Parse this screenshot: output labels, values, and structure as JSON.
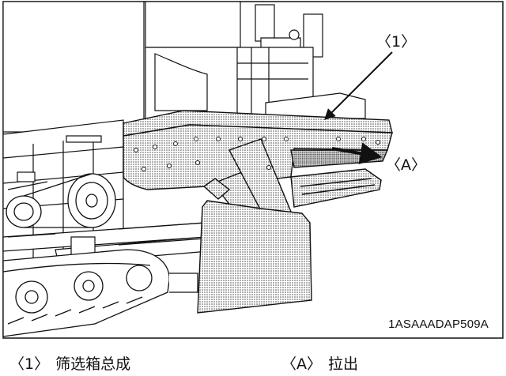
{
  "callouts": {
    "c1": "〈1〉",
    "cA": "〈A〉"
  },
  "figure_code": "1ASAAADAP509A",
  "legend": [
    {
      "key": "〈1〉",
      "text": "筛选箱总成"
    },
    {
      "key": "〈A〉",
      "text": "拉出"
    }
  ]
}
